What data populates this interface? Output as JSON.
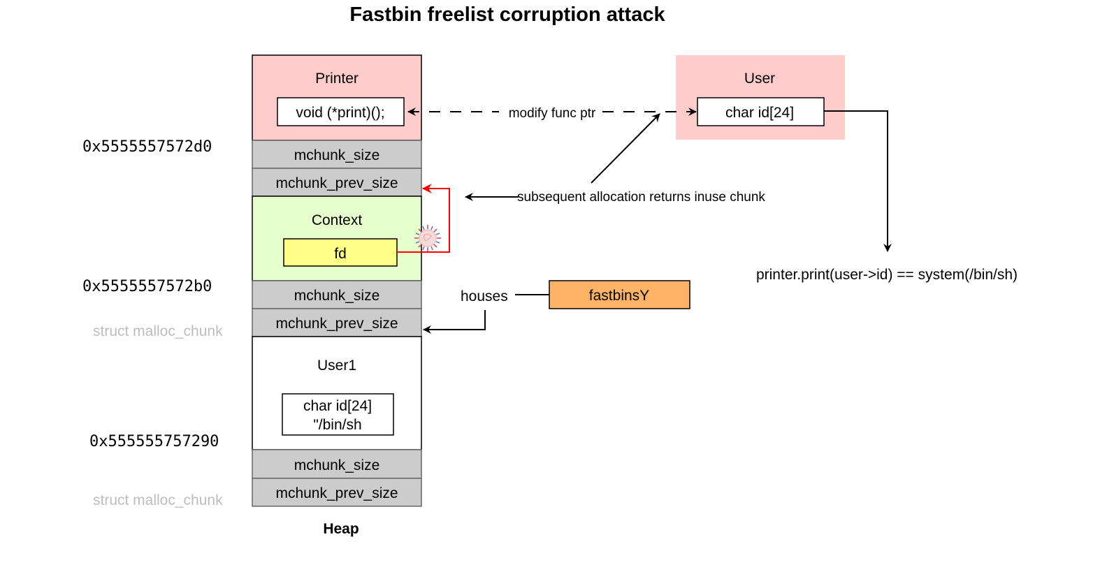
{
  "title": "Fastbin freelist corruption attack",
  "heap": {
    "label": "Heap",
    "chunks": {
      "printer": {
        "title": "Printer",
        "field": "void (*print)();",
        "color": "#ffcccc"
      },
      "context": {
        "title": "Context",
        "field": "fd",
        "color": "#e6ffcc",
        "field_color": "#ffff88"
      },
      "user1": {
        "title": "User1",
        "field_line1": "char id[24]",
        "field_line2": "\"/bin/sh",
        "color": "#ffffff"
      }
    },
    "header_cells": {
      "size": "mchunk_size",
      "prev_size": "mchunk_prev_size"
    },
    "header_color": "#cccccc"
  },
  "addresses": [
    "0x5555557572d0",
    "0x5555557572b0",
    "0x555555757290"
  ],
  "struct_labels": [
    "struct malloc_chunk",
    "struct malloc_chunk"
  ],
  "user": {
    "title": "User",
    "field": "char id[24]",
    "color": "#ffcccc"
  },
  "edges": {
    "modify": "modify func ptr",
    "subsequent": "subsequent allocation returns inuse chunk",
    "houses": "houses"
  },
  "fastbins": {
    "label": "fastbinsY",
    "color": "#ffb366"
  },
  "result": "printer.print(user->id) == system(/bin/sh)",
  "icons": {
    "corruption": "virus-icon"
  },
  "colors": {
    "corruption_edge": "#ff0000"
  }
}
